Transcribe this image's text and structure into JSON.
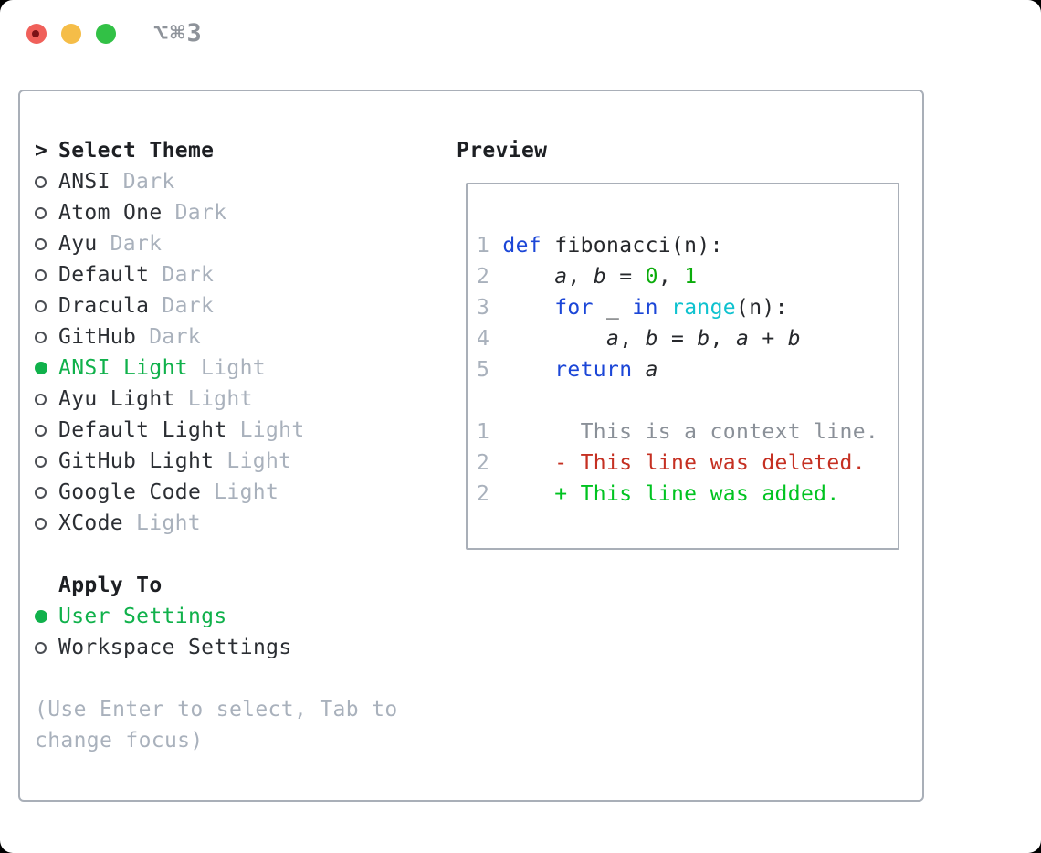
{
  "titlebar": {
    "title": "⌥⌘3"
  },
  "icons": {
    "close": "close-traffic-light",
    "minimize": "minimize-traffic-light",
    "zoom": "zoom-traffic-light"
  },
  "colors": {
    "selected_green": "#10b14b",
    "keyword_blue": "#1b46d7",
    "builtin_cyan": "#0fc2cf",
    "number_green": "#0bac0b",
    "added_green": "#00c320",
    "deleted_red": "#c53022",
    "muted_gray": "#a9b1bc",
    "context_gray": "#8a9098",
    "border_gray": "#a9afb8"
  },
  "theme_selector": {
    "header": "Select Theme",
    "items": [
      {
        "label": "ANSI",
        "tag": "Dark",
        "selected": false
      },
      {
        "label": "Atom One",
        "tag": "Dark",
        "selected": false
      },
      {
        "label": "Ayu",
        "tag": "Dark",
        "selected": false
      },
      {
        "label": "Default",
        "tag": "Dark",
        "selected": false
      },
      {
        "label": "Dracula",
        "tag": "Dark",
        "selected": false
      },
      {
        "label": "GitHub",
        "tag": "Dark",
        "selected": false
      },
      {
        "label": "ANSI Light",
        "tag": "Light",
        "selected": true
      },
      {
        "label": "Ayu Light",
        "tag": "Light",
        "selected": false
      },
      {
        "label": "Default Light",
        "tag": "Light",
        "selected": false
      },
      {
        "label": "GitHub Light",
        "tag": "Light",
        "selected": false
      },
      {
        "label": "Google Code",
        "tag": "Light",
        "selected": false
      },
      {
        "label": "XCode",
        "tag": "Light",
        "selected": false
      }
    ]
  },
  "apply_to": {
    "header": "Apply To",
    "options": [
      {
        "label": "User Settings",
        "selected": true
      },
      {
        "label": "Workspace Settings",
        "selected": false
      }
    ]
  },
  "hint_lines": [
    "(Use Enter to select, Tab to",
    "change focus)"
  ],
  "preview": {
    "header": "Preview",
    "code_lines": [
      {
        "number": "1",
        "tokens": [
          [
            "kw",
            "def "
          ],
          [
            "plain",
            "fibonacci(n):"
          ]
        ]
      },
      {
        "number": "2",
        "tokens": [
          [
            "plain",
            "    "
          ],
          [
            "var",
            "a"
          ],
          [
            "plain",
            ", "
          ],
          [
            "var",
            "b"
          ],
          [
            "plain",
            " = "
          ],
          [
            "lit",
            "0"
          ],
          [
            "plain",
            ", "
          ],
          [
            "lit",
            "1"
          ]
        ]
      },
      {
        "number": "3",
        "tokens": [
          [
            "plain",
            "    "
          ],
          [
            "kw",
            "for "
          ],
          [
            "plain",
            "_ "
          ],
          [
            "kw",
            "in "
          ],
          [
            "builtin",
            "range"
          ],
          [
            "plain",
            "(n):"
          ]
        ]
      },
      {
        "number": "4",
        "tokens": [
          [
            "plain",
            "        "
          ],
          [
            "var",
            "a"
          ],
          [
            "plain",
            ", "
          ],
          [
            "var",
            "b"
          ],
          [
            "plain",
            " = "
          ],
          [
            "var",
            "b"
          ],
          [
            "plain",
            ", "
          ],
          [
            "var",
            "a"
          ],
          [
            "plain",
            " + "
          ],
          [
            "var",
            "b"
          ]
        ]
      },
      {
        "number": "5",
        "tokens": [
          [
            "plain",
            "    "
          ],
          [
            "kw",
            "return "
          ],
          [
            "var",
            "a"
          ]
        ]
      }
    ],
    "diff_lines": [
      {
        "number": "1",
        "tokens": [
          [
            "ctx",
            "      This is a context line."
          ]
        ]
      },
      {
        "number": "2",
        "tokens": [
          [
            "plain",
            "    "
          ],
          [
            "del",
            "- This line was deleted."
          ]
        ]
      },
      {
        "number": "2",
        "tokens": [
          [
            "plain",
            "    "
          ],
          [
            "add",
            "+ This line was added."
          ]
        ]
      }
    ]
  }
}
